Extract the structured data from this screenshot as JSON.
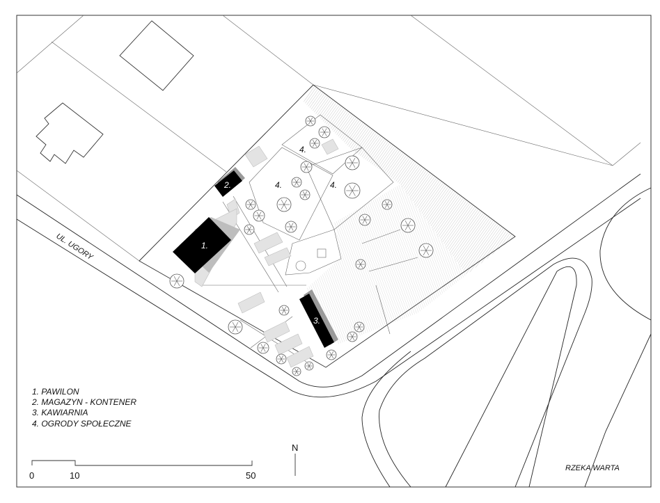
{
  "street_label": "UL. UGORY",
  "river_label": "RZEKA WARTA",
  "north_label": "N",
  "buildings": [
    {
      "id": "pawilon",
      "label": "1."
    },
    {
      "id": "magazyn",
      "label": "2."
    },
    {
      "id": "kawiarnia",
      "label": "3."
    }
  ],
  "garden_labels": [
    "4.",
    "4.",
    "4."
  ],
  "legend": [
    "1. PAWILON",
    "2. MAGAZYN - KONTENER",
    "3. KAWIARNIA",
    "4. OGRODY SPOŁECZNE"
  ],
  "scale": {
    "ticks": [
      "0",
      "10",
      "50"
    ]
  },
  "icons": [
    "tree-icon",
    "north-arrow-icon"
  ]
}
